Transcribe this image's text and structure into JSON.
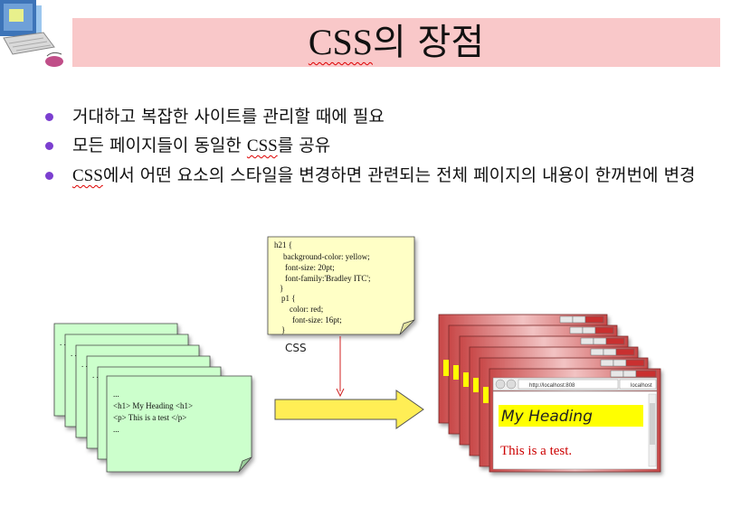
{
  "slide": {
    "title_css": "CSS",
    "title_rest": "의 장점",
    "bullets": [
      {
        "pre": "",
        "css": "",
        "text": "거대하고 복잡한 사이트를 관리할 때에 필요"
      },
      {
        "pre": "모든 페이지들이 동일한 ",
        "css": "CSS",
        "text": "를 공유"
      },
      {
        "pre": "",
        "css": "CSS",
        "text": "에서 어떤 요소의 스타일을 변경하면 관련되는 전체 페이지의 내용이 한꺼번에 변경"
      }
    ]
  },
  "diagram": {
    "css_code": [
      "h21 {",
      "background-color: yellow;",
      "font-size: 20pt;",
      "font-family:'Bradley ITC';",
      "}",
      "p1 {",
      "color: red;",
      "font-size: 16pt;",
      "}"
    ],
    "css_label": "CSS",
    "html_page": [
      "...",
      "<h1> My Heading <h1>",
      "<p> This is a test </p>",
      "..."
    ],
    "back_page_dots": ". .",
    "browser": {
      "address": "http://localhost:808",
      "tab": "localhost",
      "heading": "My Heading",
      "paragraph": "This is a test."
    },
    "colors": {
      "heading_bg": "#ffff00",
      "paragraph": "#cc0000",
      "note": "#ffffc6",
      "pages": "#ccffcc",
      "arrow": "#ffee55"
    }
  }
}
